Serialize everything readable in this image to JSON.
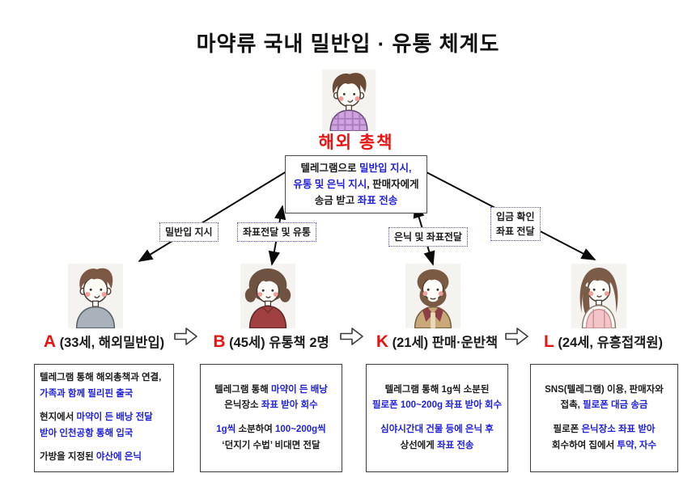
{
  "title": "마약류 국내 밀반입 · 유통 체계도",
  "colors": {
    "accent_red": "#e81414",
    "accent_blue": "#1f1fd9",
    "text_black": "#1b1b1b",
    "edge_label_border": "#5a5ad0"
  },
  "boss": {
    "label": "해외 총책",
    "avatar_icon": "plaid-shirt-man-avatar",
    "instruction_lines": [
      [
        {
          "t": "텔레그램으로 ",
          "c": "k"
        },
        {
          "t": "밀반입 지시,",
          "c": "b"
        }
      ],
      [
        {
          "t": "유통 및 은닉 지시",
          "c": "b"
        },
        {
          "t": ", 판매자에게",
          "c": "k"
        }
      ],
      [
        {
          "t": "송금 받고 ",
          "c": "k"
        },
        {
          "t": "좌표 전송",
          "c": "b"
        }
      ]
    ]
  },
  "edge_labels": [
    {
      "id": "smuggling-order",
      "lines": [
        [
          {
            "t": "밀반입 지시",
            "c": "k"
          }
        ]
      ]
    },
    {
      "id": "coords-and-distribution",
      "lines": [
        [
          {
            "t": "좌표전달 및 유통",
            "c": "k"
          }
        ]
      ]
    },
    {
      "id": "conceal-and-coords",
      "lines": [
        [
          {
            "t": "은닉 및 좌표전달",
            "c": "k"
          }
        ]
      ]
    },
    {
      "id": "deposit-confirm-coords",
      "lines": [
        [
          {
            "t": "입금 확인",
            "c": "k"
          }
        ],
        [
          {
            "t": "좌표 전달",
            "c": "k"
          }
        ]
      ]
    }
  ],
  "actors": [
    {
      "avatar_icon": "gray-sweater-man-avatar",
      "name": [
        [
          {
            "t": "A",
            "c": "r"
          },
          {
            "t": " (33세, 해외밀반입)",
            "c": "k"
          }
        ]
      ],
      "paragraphs": [
        [
          [
            {
              "t": "텔레그램 통해 해외총책과 연결,",
              "c": "k"
            }
          ],
          [
            {
              "t": "가족과 함께 필리핀 출국",
              "c": "b"
            }
          ]
        ],
        [
          [
            {
              "t": "현지에서 ",
              "c": "k"
            },
            {
              "t": "마약이 든 배낭 전달",
              "c": "b"
            }
          ],
          [
            {
              "t": "받아 인천공항 통해 입국",
              "c": "b"
            }
          ]
        ],
        [
          [
            {
              "t": "가방을 지정된 ",
              "c": "k"
            },
            {
              "t": "야산에 은닉",
              "c": "b"
            }
          ]
        ]
      ]
    },
    {
      "avatar_icon": "curly-hair-woman-avatar",
      "name": [
        [
          {
            "t": "B",
            "c": "r"
          },
          {
            "t": " (45세)  유통책 2명",
            "c": "k"
          }
        ]
      ],
      "paragraphs": [
        [
          [
            {
              "t": "텔레그램 통해 ",
              "c": "k"
            },
            {
              "t": "마약이 든 배낭",
              "c": "b"
            }
          ],
          [
            {
              "t": "은닉장소 ",
              "c": "k"
            },
            {
              "t": "좌표 받아 회수",
              "c": "b"
            }
          ]
        ],
        [
          [
            {
              "t": "1g씩",
              "c": "b"
            },
            {
              "t": " 소분하여 ",
              "c": "k"
            },
            {
              "t": "100~200g씩",
              "c": "b"
            }
          ],
          [
            {
              "t": "‘던지기 수법’ 비대면 전달",
              "c": "k"
            }
          ]
        ]
      ]
    },
    {
      "avatar_icon": "bearded-man-avatar",
      "name": [
        [
          {
            "t": "K",
            "c": "r"
          },
          {
            "t": " (21세)  판매·운반책",
            "c": "k"
          }
        ]
      ],
      "paragraphs": [
        [
          [
            {
              "t": "텔레그램 통해 1g씩 소분된",
              "c": "k"
            }
          ],
          [
            {
              "t": "필로폰 100~200g 좌표 받아 회수",
              "c": "b"
            }
          ]
        ],
        [
          [
            {
              "t": "심야시간대 건물 등에 은닉 후",
              "c": "b"
            }
          ],
          [
            {
              "t": "상선에게 ",
              "c": "k"
            },
            {
              "t": "좌표 전송",
              "c": "b"
            }
          ]
        ]
      ]
    },
    {
      "avatar_icon": "long-hair-woman-avatar",
      "name": [
        [
          {
            "t": "L",
            "c": "r"
          },
          {
            "t": " (24세,  유흥접객원)",
            "c": "k"
          }
        ]
      ],
      "paragraphs": [
        [
          [
            {
              "t": "SNS(텔레그램) 이용, 판매자와",
              "c": "k"
            }
          ],
          [
            {
              "t": "접촉, ",
              "c": "k"
            },
            {
              "t": "필로폰 대금 송금",
              "c": "b"
            }
          ]
        ],
        [
          [
            {
              "t": "필로폰 ",
              "c": "k"
            },
            {
              "t": "은닉장소 좌표 받아",
              "c": "b"
            }
          ],
          [
            {
              "t": "회수하여 집에서 ",
              "c": "k"
            },
            {
              "t": "투약, 자수",
              "c": "b"
            }
          ]
        ]
      ]
    }
  ]
}
